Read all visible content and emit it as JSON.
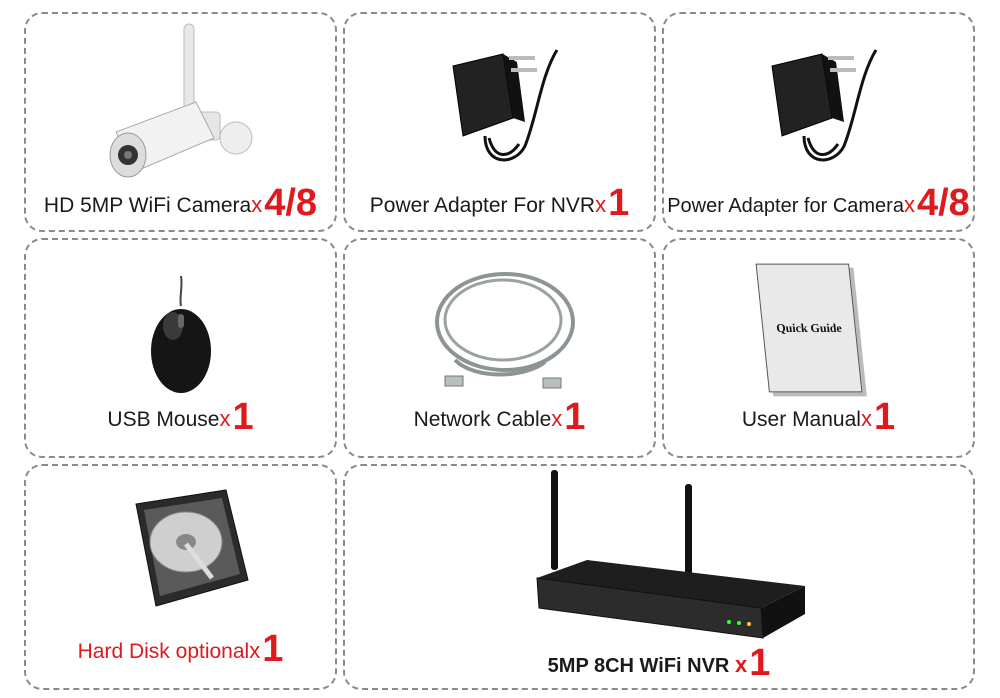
{
  "items": [
    {
      "name": "HD 5MP WiFi Camera",
      "x": "x",
      "qty": "4/8"
    },
    {
      "name": "Power Adapter For NVR",
      "x": "x",
      "qty": "1"
    },
    {
      "name": "Power Adapter for Camera",
      "x": "x",
      "qty": "4/8"
    },
    {
      "name": "USB Mouse",
      "x": "x",
      "qty": "1"
    },
    {
      "name": "Network Cable",
      "x": "x",
      "qty": "1"
    },
    {
      "name": "User Manual",
      "x": "x",
      "qty": "1"
    },
    {
      "name": "Hard Disk optional",
      "x": "x",
      "qty": "1"
    },
    {
      "name": "5MP 8CH WiFi NVR ",
      "x": "x",
      "qty": "1"
    }
  ],
  "manual_cover_text": "Quick Guide",
  "colors": {
    "accent": "#e0191c",
    "border": "#8a8a8a",
    "text": "#1a1a1a"
  }
}
